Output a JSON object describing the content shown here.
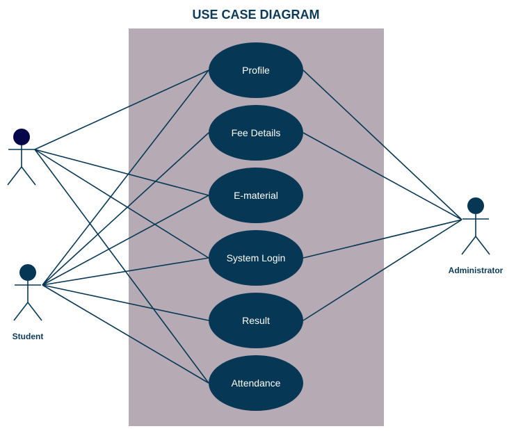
{
  "title": "USE CASE DIAGRAM",
  "actors": {
    "unnamed": {
      "label": ""
    },
    "student": {
      "label": "Student"
    },
    "administrator": {
      "label": "Administrator"
    }
  },
  "use_cases": {
    "profile": "Profile",
    "fee_details": "Fee Details",
    "e_material": "E-material",
    "system_login": "System Login",
    "result": "Result",
    "attendance": "Attendance"
  },
  "associations": [
    {
      "actor": "unnamed",
      "use_case": "profile"
    },
    {
      "actor": "unnamed",
      "use_case": "e_material"
    },
    {
      "actor": "unnamed",
      "use_case": "system_login"
    },
    {
      "actor": "unnamed",
      "use_case": "attendance"
    },
    {
      "actor": "student",
      "use_case": "profile"
    },
    {
      "actor": "student",
      "use_case": "fee_details"
    },
    {
      "actor": "student",
      "use_case": "e_material"
    },
    {
      "actor": "student",
      "use_case": "system_login"
    },
    {
      "actor": "student",
      "use_case": "result"
    },
    {
      "actor": "student",
      "use_case": "attendance"
    },
    {
      "actor": "administrator",
      "use_case": "profile"
    },
    {
      "actor": "administrator",
      "use_case": "fee_details"
    },
    {
      "actor": "administrator",
      "use_case": "system_login"
    },
    {
      "actor": "administrator",
      "use_case": "result"
    }
  ],
  "colors": {
    "title": "#0b3a58",
    "system_boundary": "#b6abb5",
    "use_case_fill": "#063754",
    "use_case_text": "#ffffff",
    "line": "#063754",
    "actor_label": "#0b3a58",
    "unnamed_actor_head": "#06064a"
  }
}
